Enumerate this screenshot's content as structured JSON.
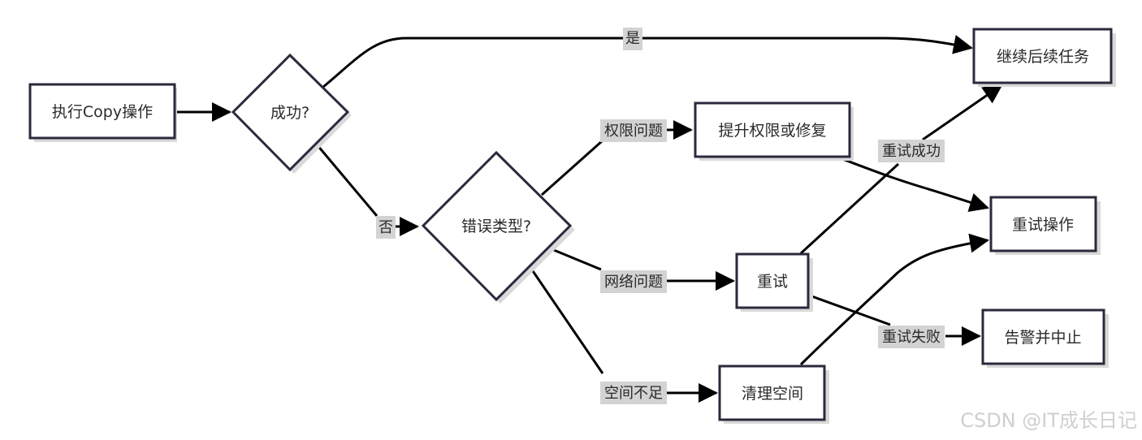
{
  "nodes": {
    "start": "执行Copy操作",
    "success_check": "成功?",
    "error_type": "错误类型?",
    "continue": "继续后续任务",
    "elevate": "提升权限或修复",
    "retry_op": "重试操作",
    "retry": "重试",
    "alert": "告警并中止",
    "cleanup": "清理空间"
  },
  "edges": {
    "yes": "是",
    "no": "否",
    "permission": "权限问题",
    "network": "网络问题",
    "space": "空间不足",
    "retry_success": "重试成功",
    "retry_fail": "重试失败"
  },
  "watermark": "CSDN @IT成长日记"
}
